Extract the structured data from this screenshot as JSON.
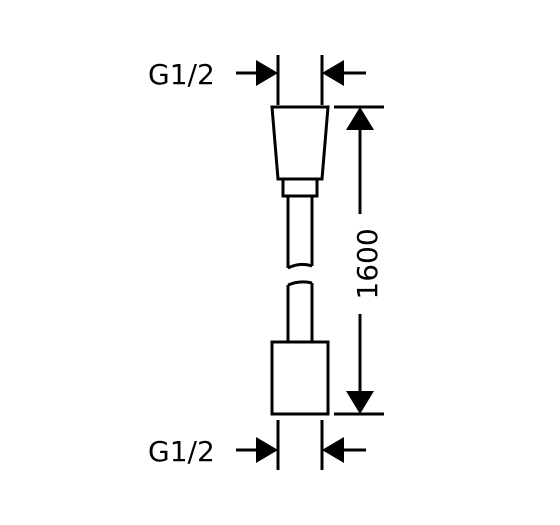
{
  "labels": {
    "top_connection": "G1/2",
    "bottom_connection": "G1/2",
    "length": "1600"
  },
  "colors": {
    "line": "#000000",
    "background": "#ffffff"
  }
}
